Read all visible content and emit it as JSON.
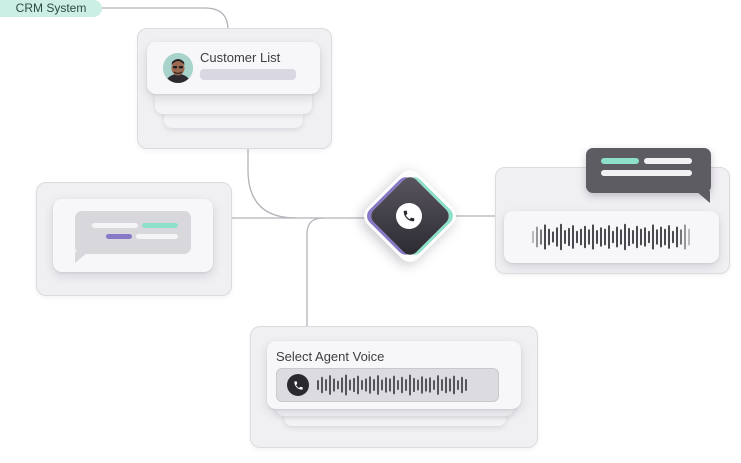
{
  "crm": {
    "label": "CRM System"
  },
  "customer_card": {
    "title": "Customer List"
  },
  "voice_card": {
    "title": "Select Agent Voice"
  },
  "icons": {
    "center": "phone-icon",
    "voice": "phone-icon",
    "avatar": "user-avatar"
  },
  "colors": {
    "accent_teal": "#8fe0c9",
    "accent_purple": "#8878c8",
    "dark": "#2b2930"
  }
}
